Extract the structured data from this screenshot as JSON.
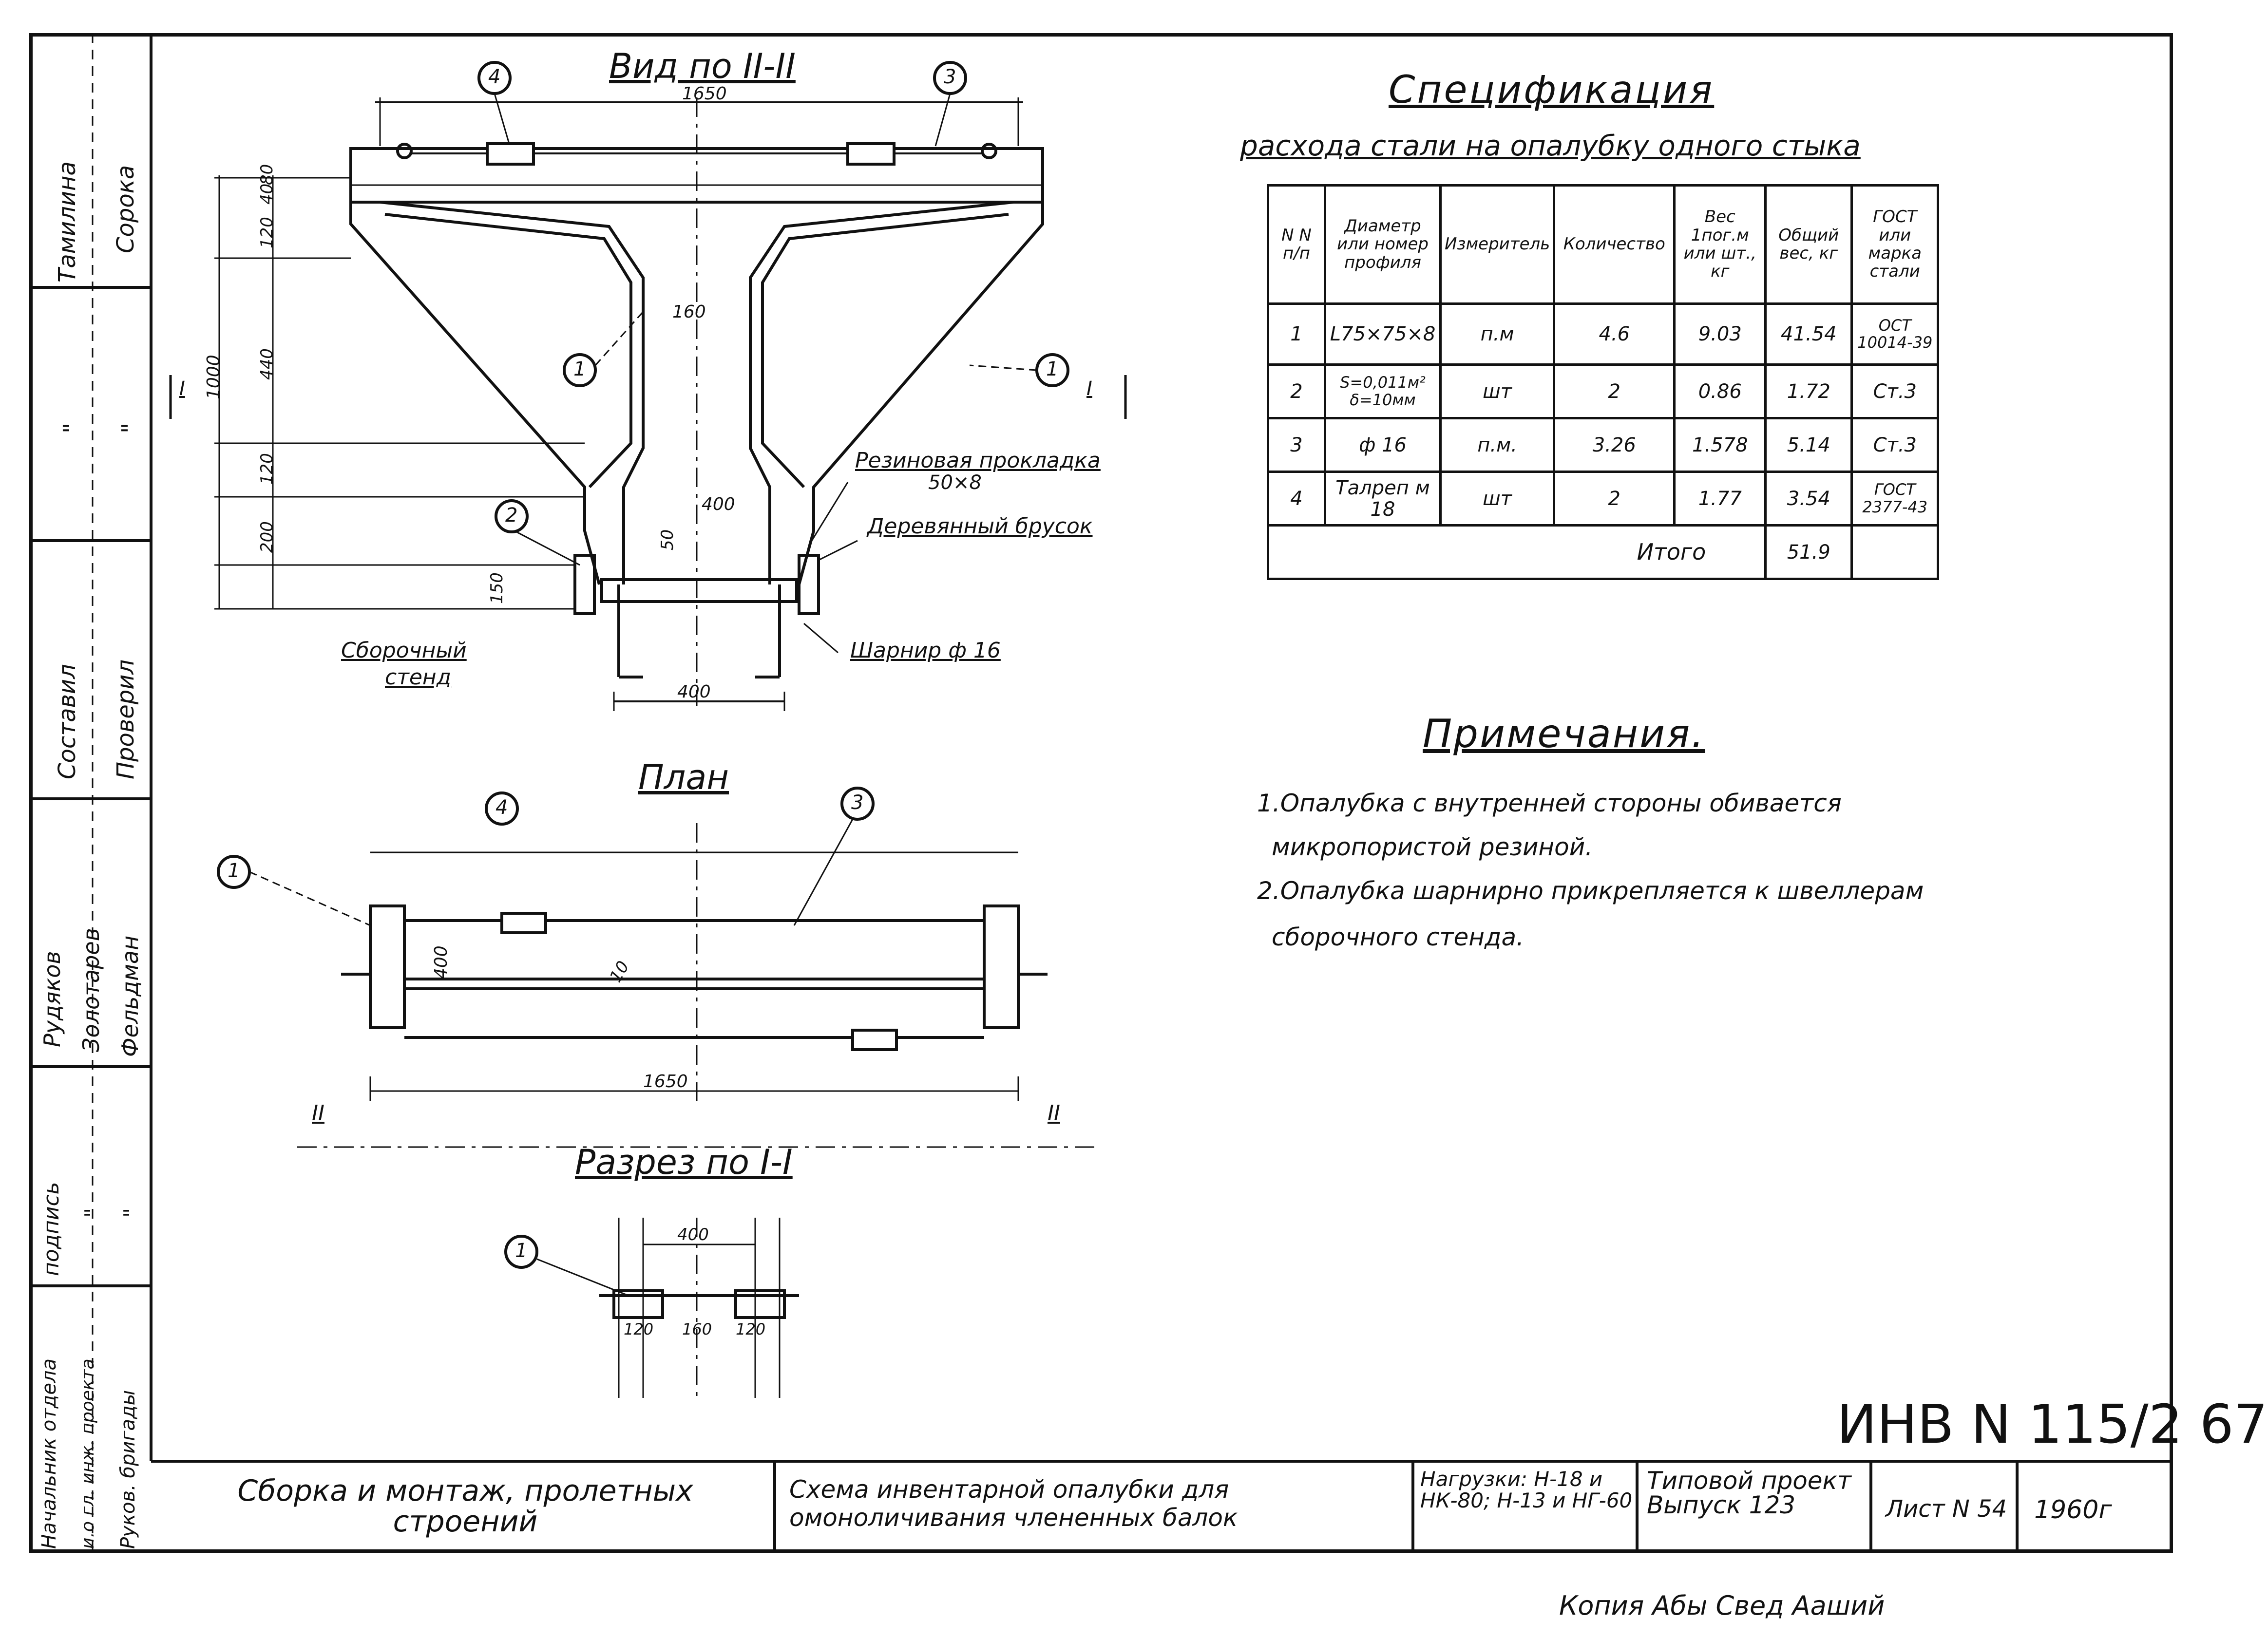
{
  "views": {
    "view_title": "Вид по II-II",
    "plan_title": "План",
    "section_title": "Разрез по I-I"
  },
  "callouts": {
    "c1": "1",
    "c2": "2",
    "c3": "3",
    "c4": "4"
  },
  "dimensions": {
    "d1650": "1650",
    "d1000": "1000",
    "d120": "120",
    "d40": "40",
    "d80": "80",
    "d440": "440",
    "d200": "200",
    "d150": "150",
    "d160": "160",
    "d400": "400",
    "d50": "50",
    "d10": "10"
  },
  "labels": {
    "rubber": "Резиновая прокладка",
    "rubber_size": "50×8",
    "wood": "Деревянный брусок",
    "hinge": "Шарнир ф 16",
    "stand1": "Сборочный",
    "stand2": "стенд",
    "sec_I": "I",
    "sec_II": "II"
  },
  "spec": {
    "title": "Спецификация",
    "subtitle": "расхода стали на опалубку одного стыка",
    "headers": [
      "N N п/п",
      "Диаметр или номер профиля",
      "Измеритель",
      "Количество",
      "Вес 1пог.м или шт., кг",
      "Общий вес, кг",
      "ГОСТ или марка стали"
    ],
    "rows": [
      [
        "1",
        "L75×75×8",
        "п.м",
        "4.6",
        "9.03",
        "41.54",
        "ОСТ 10014-39"
      ],
      [
        "2",
        "S=0,011м² δ=10мм",
        "шт",
        "2",
        "0.86",
        "1.72",
        "Ст.3"
      ],
      [
        "3",
        "ф 16",
        "п.м.",
        "3.26",
        "1.578",
        "5.14",
        "Ст.3"
      ],
      [
        "4",
        "Талреп м 18",
        "шт",
        "2",
        "1.77",
        "3.54",
        "ГОСТ 2377-43"
      ]
    ],
    "total_label": "Итого",
    "total_value": "51.9"
  },
  "notes": {
    "title": "Примечания.",
    "n1a": "1.Опалубка с внутренней стороны обивается",
    "n1b": "микропористой резиной.",
    "n2a": "2.Опалубка шарнирно прикрепляется к швеллерам",
    "n2b": "сборочного стенда."
  },
  "code": "ИНВ N 115/2 67",
  "sidebar": {
    "r1a": "Тамилина",
    "r1b": "Сорока",
    "r2a": "\"",
    "r2b": "\"",
    "r3a": "Составил",
    "r3b": "Проверил",
    "r4a": "Рудяков",
    "r4b": "Золотарев",
    "r4c": "Фельдман",
    "r5a": "подпись",
    "r5b": "\"",
    "r5c": "\"",
    "r6a": "Начальник отдела",
    "r6b": "и.о гл. инж. проекта",
    "r6c": "Руков. бригады"
  },
  "titleblock": {
    "t1": "Сборка и монтаж, пролетных строений",
    "t2": "Схема инвентарной опалубки для омоноличивания члененных балок",
    "t3": "Нагрузки: Н-18 и НК-80; Н-13 и НГ-60",
    "t4": "Типовой проект Выпуск 123",
    "t5": "Лист N 54",
    "t6": "1960г"
  },
  "footer": "Копия Абы Свед Ааший"
}
